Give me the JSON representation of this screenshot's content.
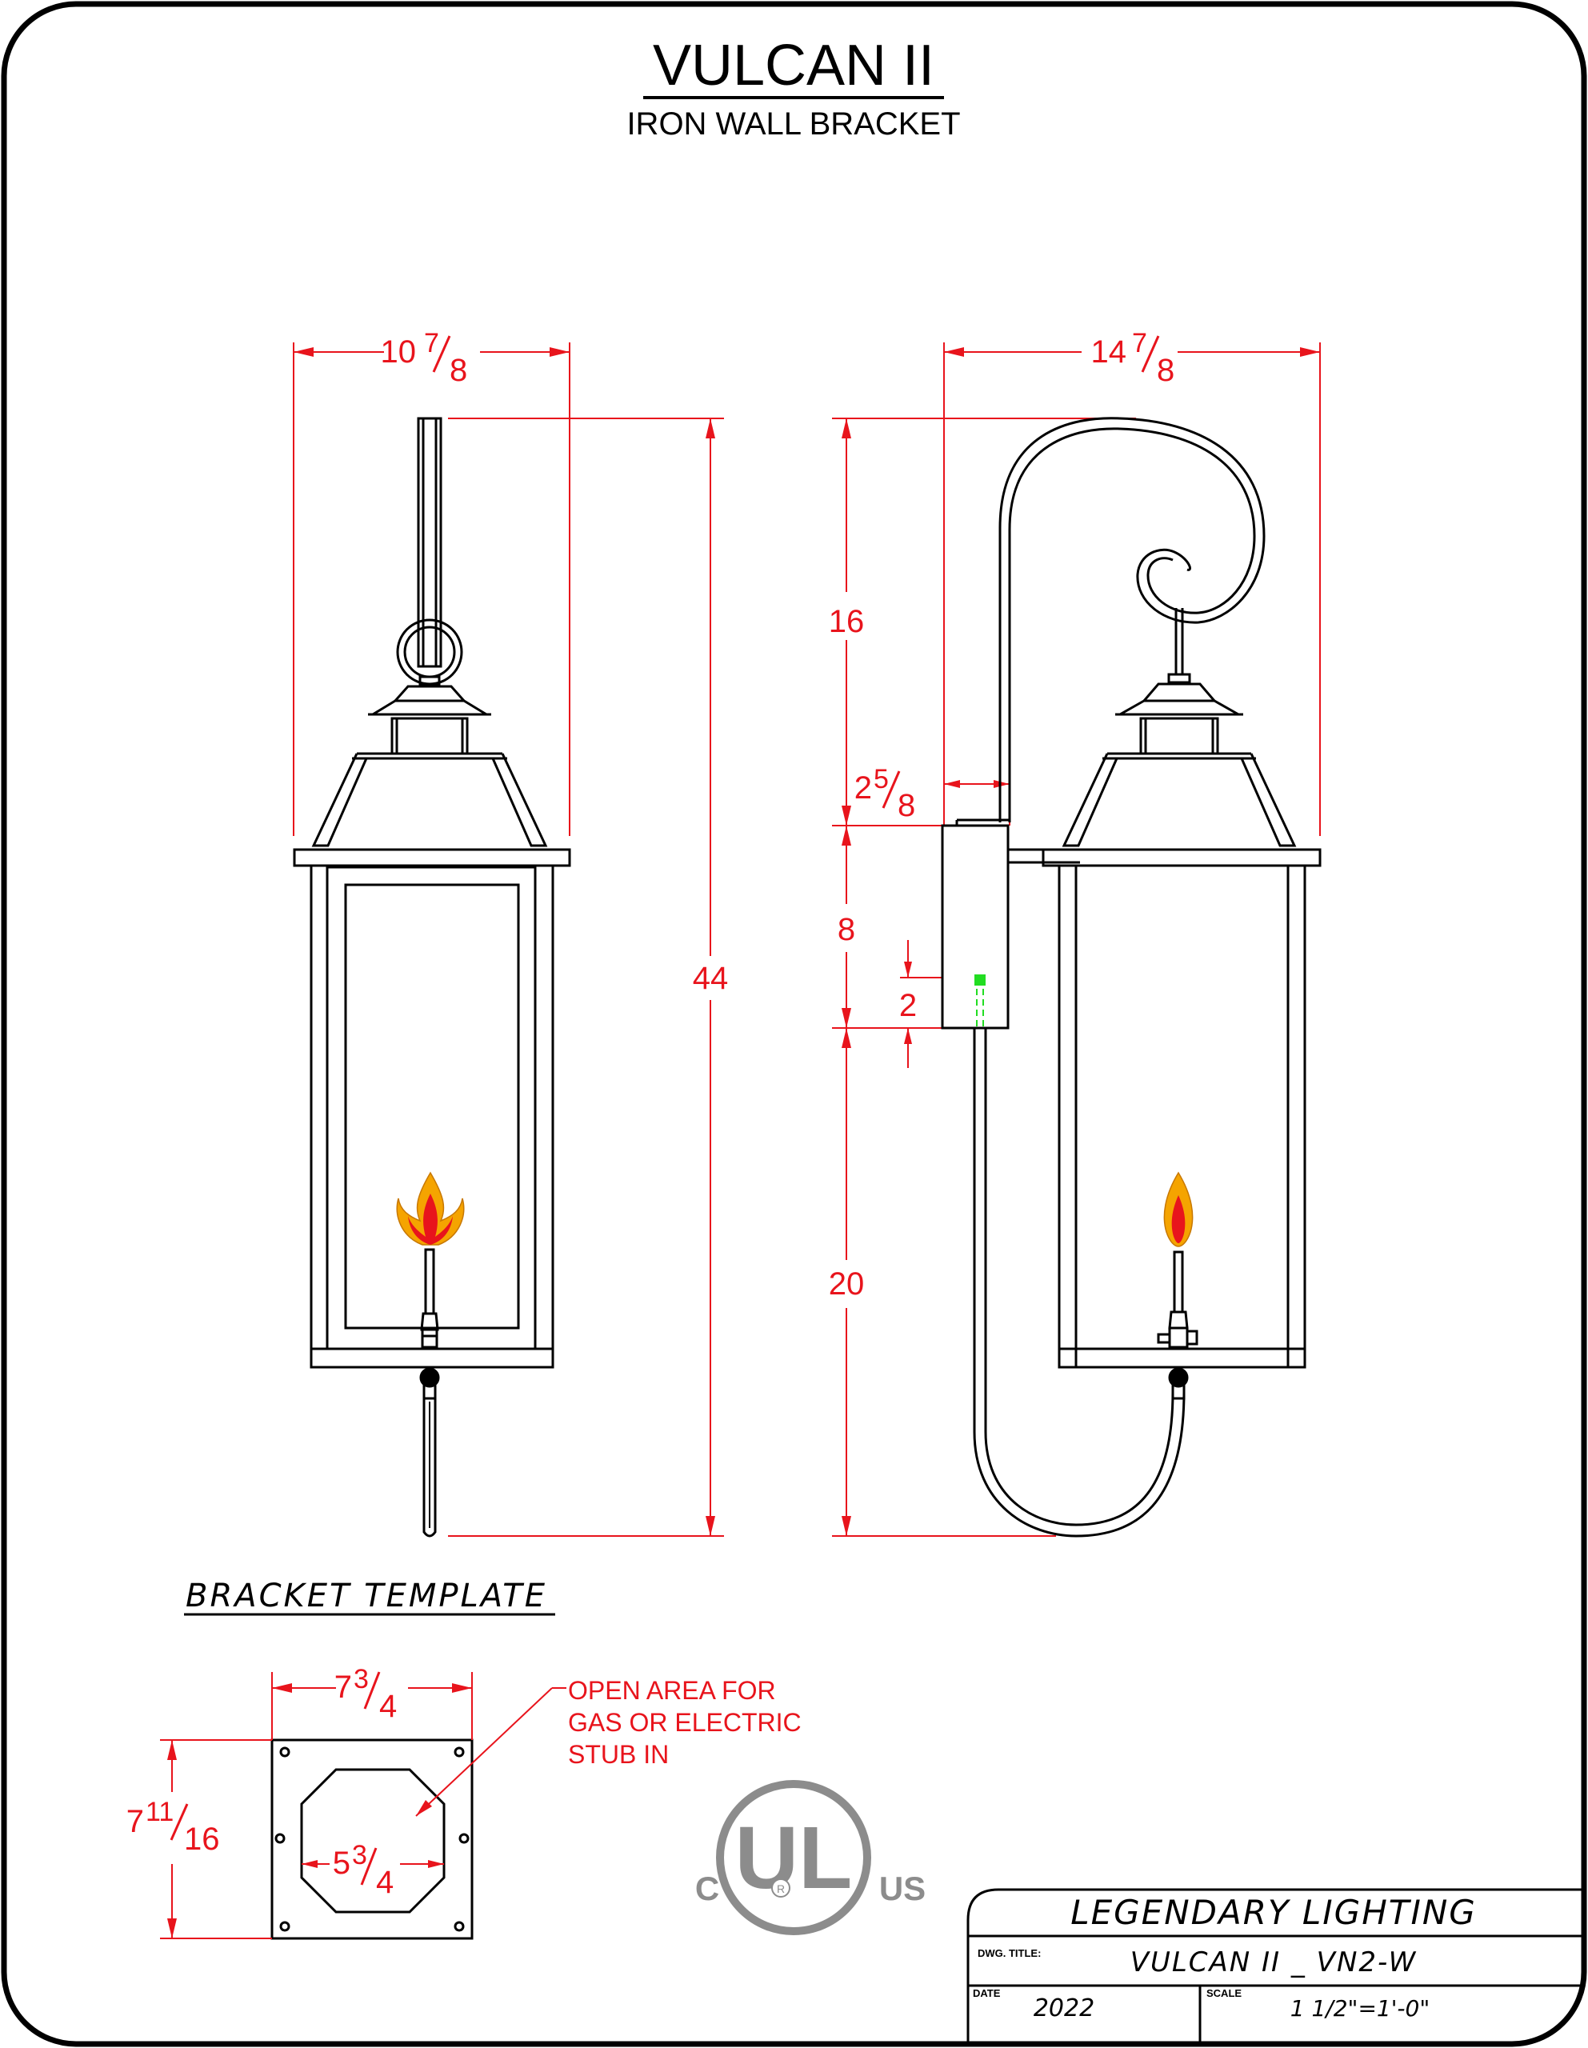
{
  "header": {
    "title": "VULCAN II",
    "subtitle": "IRON WALL BRACKET"
  },
  "front_view": {
    "width_whole": "10",
    "width_num": "7",
    "width_den": "8",
    "height": "44"
  },
  "side_view": {
    "width_whole": "14",
    "width_num": "7",
    "width_den": "8",
    "offset_whole": "2",
    "offset_num": "5",
    "offset_den": "8",
    "top_segment": "16",
    "mid_segment": "8",
    "box_segment": "2",
    "bottom_segment": "20"
  },
  "template": {
    "heading": "BRACKET TEMPLATE",
    "width_whole": "7",
    "width_num": "3",
    "width_den": "4",
    "height_whole": "7",
    "height_num": "11",
    "height_den": "16",
    "inner_whole": "5",
    "inner_num": "3",
    "inner_den": "4",
    "note_line1": "OPEN AREA FOR",
    "note_line2": "GAS OR ELECTRIC",
    "note_line3": "STUB IN"
  },
  "cert": {
    "left": "C",
    "center": "UL",
    "registered": "R",
    "right": "US"
  },
  "title_block": {
    "company": "LEGENDARY LIGHTING",
    "dwg_title_label": "DWG. TITLE:",
    "dwg_title": "VULCAN II _ VN2-W",
    "date_label": "DATE",
    "date": "2022",
    "scale_label": "SCALE",
    "scale": "1 1/2\"=1'-0\""
  },
  "colors": {
    "dimension": "#e8141c",
    "linework": "#000000",
    "flame_outer": "#f5a400",
    "flame_inner": "#e8141c",
    "marker": "#22dd22"
  }
}
